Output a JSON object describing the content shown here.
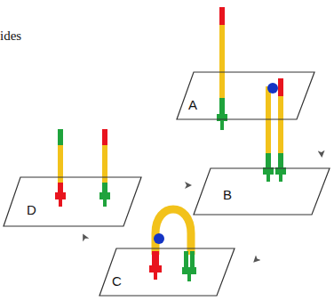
{
  "diagram": {
    "nodes": [
      {
        "text": [
          "A"
        ]
      },
      {
        "text": [
          "B"
        ]
      },
      {
        "text": [
          "C"
        ]
      },
      {
        "text": [
          "D"
        ]
      }
    ],
    "edges": [
      {
        "from": 0,
        "to": 1,
        "arrow": "to"
      },
      {
        "from": 1,
        "to": 2,
        "arrow": "to"
      },
      {
        "from": 2,
        "to": 3,
        "arrow": "to"
      },
      {
        "from": 3,
        "to": 1,
        "arrow": "to"
      }
    ],
    "labels": [
      "ides"
    ]
  }
}
